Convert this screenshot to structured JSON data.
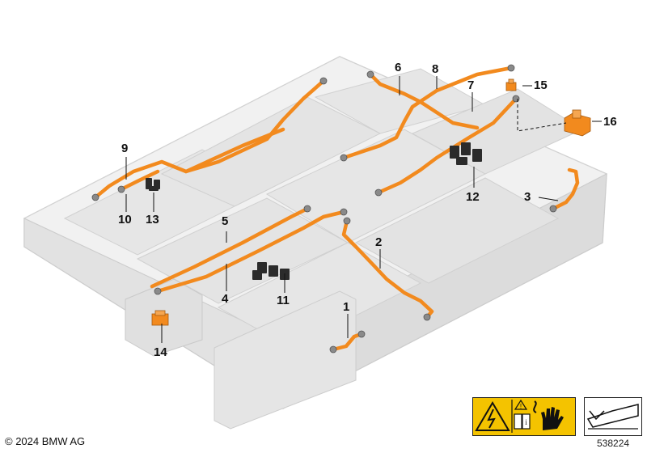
{
  "callouts": {
    "c1": "1",
    "c2": "2",
    "c3": "3",
    "c4": "4",
    "c5": "5",
    "c6": "6",
    "c7": "7",
    "c8": "8",
    "c9": "9",
    "c10": "10",
    "c11": "11",
    "c12": "12",
    "c13": "13",
    "c14": "14",
    "c15": "15",
    "c16": "16"
  },
  "footer": {
    "copyright": "© 2024 BMW AG",
    "document_number": "538224"
  },
  "colors": {
    "cable": "#f28a1e",
    "battery_body": "#e9e9e9",
    "battery_edge": "#cfcfcf",
    "connector": "#2b2b2b",
    "warning_yellow": "#f4c300"
  },
  "icons": {
    "warning": "high-voltage-warning-icon",
    "manual": "read-manual-icon",
    "hand": "no-touch-hand-icon",
    "lift": "lifting-ramp-icon"
  }
}
